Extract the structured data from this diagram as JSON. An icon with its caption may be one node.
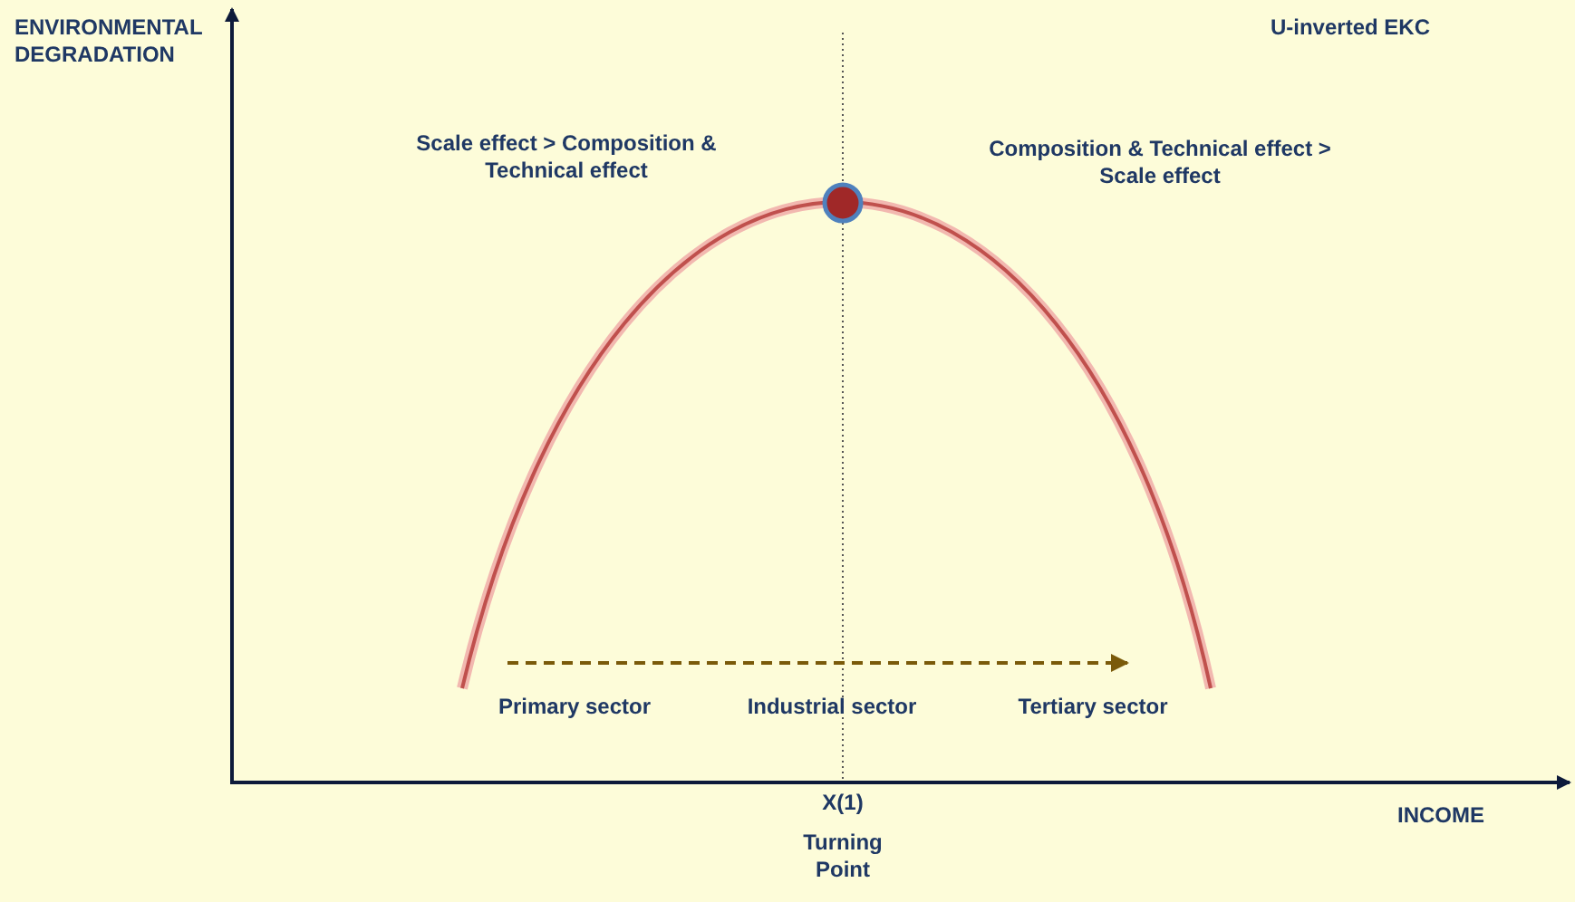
{
  "diagram": {
    "labels": [
      "ENVIRONMENTAL DEGRADATION",
      "U-inverted EKC",
      "Scale effect > Composition & Technical effect",
      "Composition & Technical effect > Scale effect",
      "Primary sector",
      "Industrial sector",
      "Tertiary sector",
      "X(1)",
      "Turning Point",
      "INCOME"
    ]
  }
}
